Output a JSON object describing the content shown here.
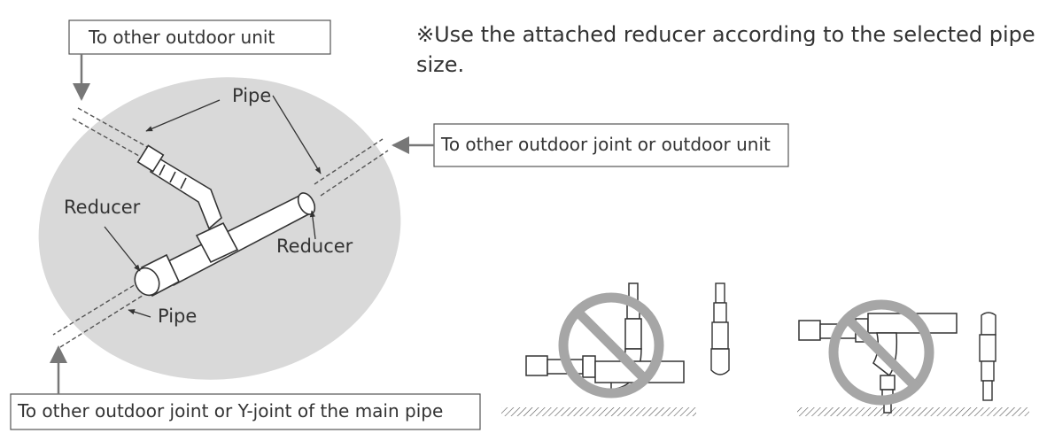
{
  "labels": {
    "top_left_box": "To other outdoor unit",
    "right_box": "To other outdoor joint or outdoor unit",
    "bottom_box": "To other outdoor joint or Y-joint of the main pipe",
    "pipe_top": "Pipe",
    "pipe_bottom": "Pipe",
    "reducer_left": "Reducer",
    "reducer_right": "Reducer"
  },
  "note": "※Use the attached reducer according to the selected pipe size.",
  "icons": {
    "prohibited_left": "prohibited-icon",
    "prohibited_right": "prohibited-icon"
  },
  "colors": {
    "ellipse_fill": "#d9d9d9",
    "prohibit_stroke": "#a6a6a6",
    "line": "#333333"
  }
}
